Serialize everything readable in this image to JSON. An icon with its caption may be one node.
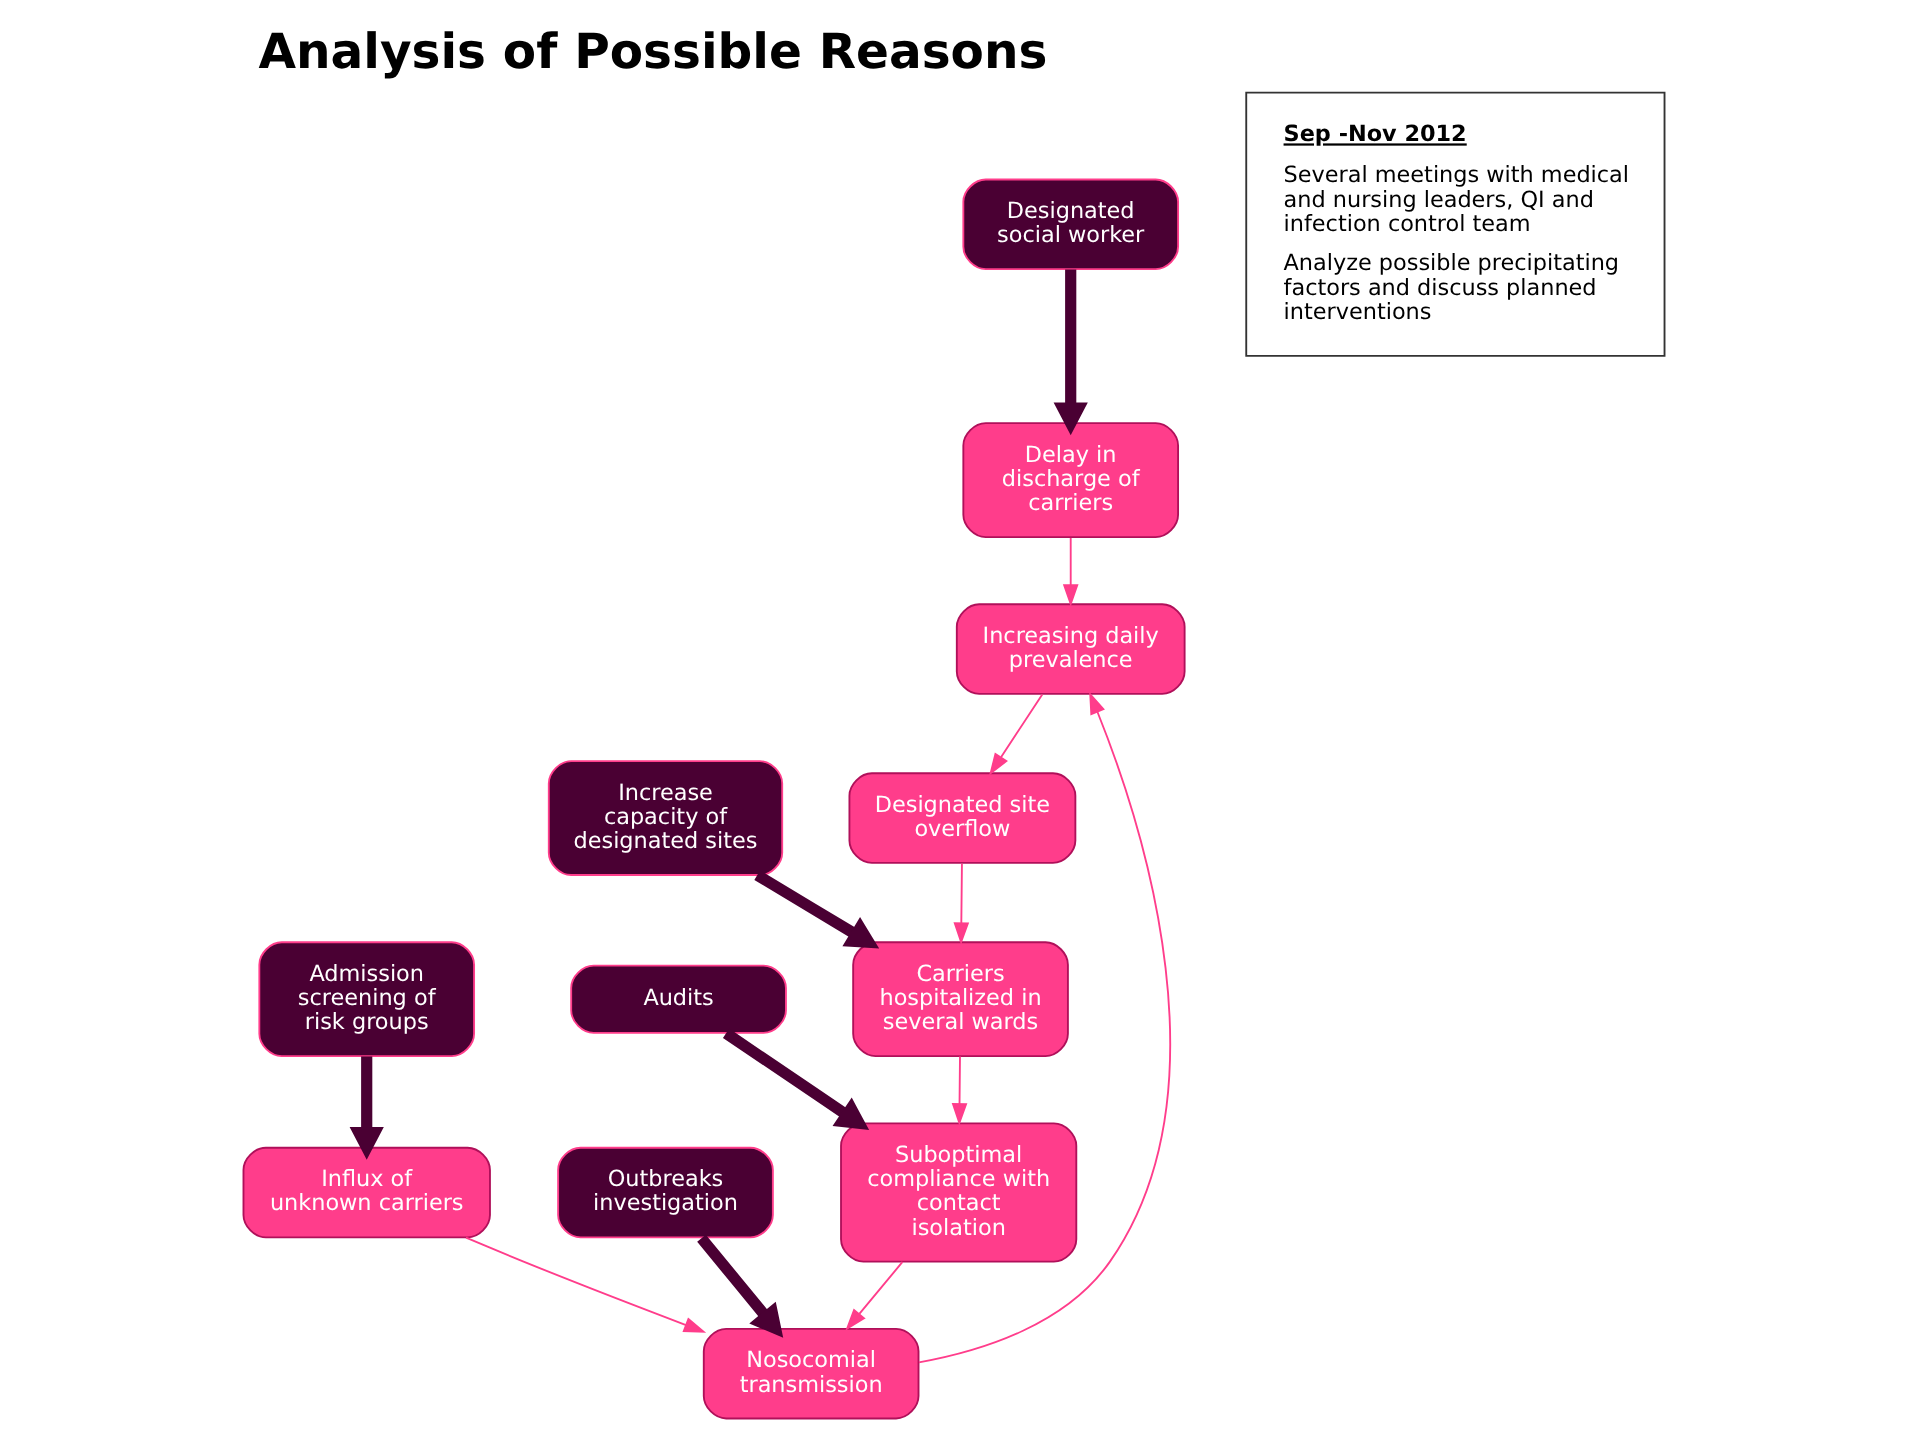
{
  "diagram": {
    "title": "Analysis of Possible Reasons",
    "nodes": [
      {
        "text": [
          "Delay in discharge of carriers"
        ]
      },
      {
        "text": [
          "Designated social worker"
        ]
      },
      {
        "text": [
          "Admission screening of risk groups"
        ]
      },
      {
        "text": [
          "Influx of unknown carriers"
        ]
      },
      {
        "text": [
          "Increasing daily prevalence"
        ]
      },
      {
        "text": [
          "Outbreaks investigation"
        ]
      },
      {
        "text": [
          "Nosocomial transmission"
        ]
      },
      {
        "text": [
          "Designated site overflow"
        ]
      },
      {
        "text": [
          "Carriers hospitalized in several wards"
        ]
      },
      {
        "text": [
          "Suboptimal compliance with contact isolation"
        ]
      },
      {
        "text": [
          "Audits"
        ]
      },
      {
        "text": [
          "Increase capacity of designated sites"
        ]
      },
      {
        "text": [
          "Sep -Nov 2012",
          "Several meetings with medical and nursing leaders, QI and infection control team",
          "Analyze possible precipitating factors and discuss planned interventions"
        ]
      }
    ],
    "edges": [
      {
        "from": 1,
        "to": 0,
        "arrow": "to",
        "style": "thick",
        "color": "#4a0033"
      },
      {
        "from": 2,
        "to": 3,
        "arrow": "to",
        "style": "thick",
        "color": "#4a0033"
      },
      {
        "from": 0,
        "to": 4,
        "arrow": "to"
      },
      {
        "from": 3,
        "to": 6,
        "arrow": "to"
      },
      {
        "from": 6,
        "to": 4,
        "arrow": "to"
      },
      {
        "from": 4,
        "to": 7,
        "arrow": "to"
      },
      {
        "from": 7,
        "to": 8,
        "arrow": "to"
      },
      {
        "from": 8,
        "to": 9,
        "arrow": "to"
      },
      {
        "from": 9,
        "to": 6,
        "arrow": "to"
      },
      {
        "from": 5,
        "to": 6,
        "arrow": "to",
        "style": "thick",
        "color": "#4a0033"
      },
      {
        "from": 10,
        "to": 9,
        "arrow": "to",
        "style": "thick",
        "color": "#4a0033"
      },
      {
        "from": 11,
        "to": 8,
        "arrow": "to",
        "style": "thick",
        "color": "#4a0033"
      }
    ]
  }
}
